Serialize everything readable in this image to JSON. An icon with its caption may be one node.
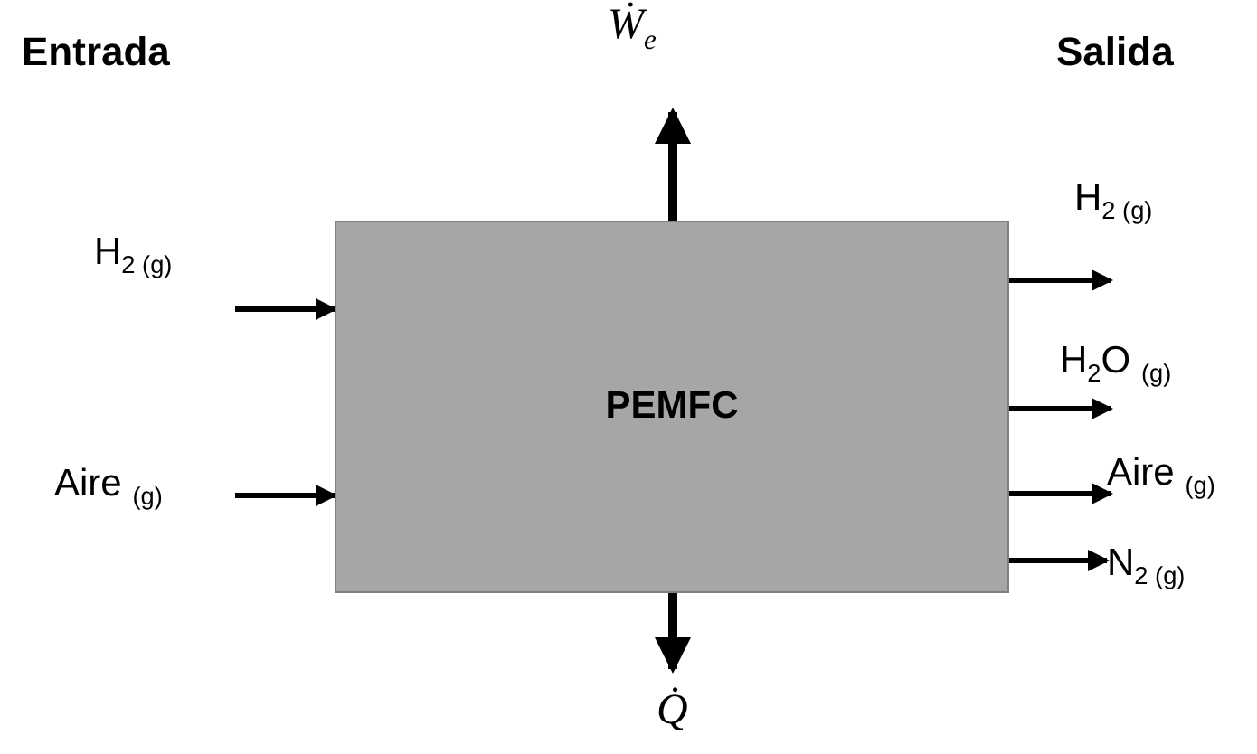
{
  "diagram": {
    "nodes": [
      {
        "text": [
          "PEMFC"
        ]
      },
      {
        "text": [
          "H$_{2 (g)}$"
        ]
      },
      {
        "text": [
          "Aire $_{(g)}$"
        ]
      },
      {
        "text": [
          "Ẇ$_{e}$"
        ]
      },
      {
        "text": [
          "Q̇"
        ]
      },
      {
        "text": [
          "H$_{2 (g)}$"
        ]
      },
      {
        "text": [
          "H$_{2}$O $_{(g)}$"
        ]
      },
      {
        "text": [
          "Aire $_{(g)}$"
        ]
      },
      {
        "text": [
          "N$_{2 (g)}$"
        ]
      }
    ],
    "edges": [
      {
        "from": 1,
        "to": 0,
        "arrow": "to"
      },
      {
        "from": 2,
        "to": 0,
        "arrow": "to"
      },
      {
        "from": 0,
        "to": 3,
        "arrow": "to"
      },
      {
        "from": 0,
        "to": 4,
        "arrow": "to"
      },
      {
        "from": 0,
        "to": 5,
        "arrow": "to"
      },
      {
        "from": 0,
        "to": 6,
        "arrow": "to"
      },
      {
        "from": 0,
        "to": 7,
        "arrow": "to"
      },
      {
        "from": 0,
        "to": 8,
        "arrow": "to"
      }
    ],
    "labels": [
      "Entrada",
      "Salida"
    ]
  }
}
